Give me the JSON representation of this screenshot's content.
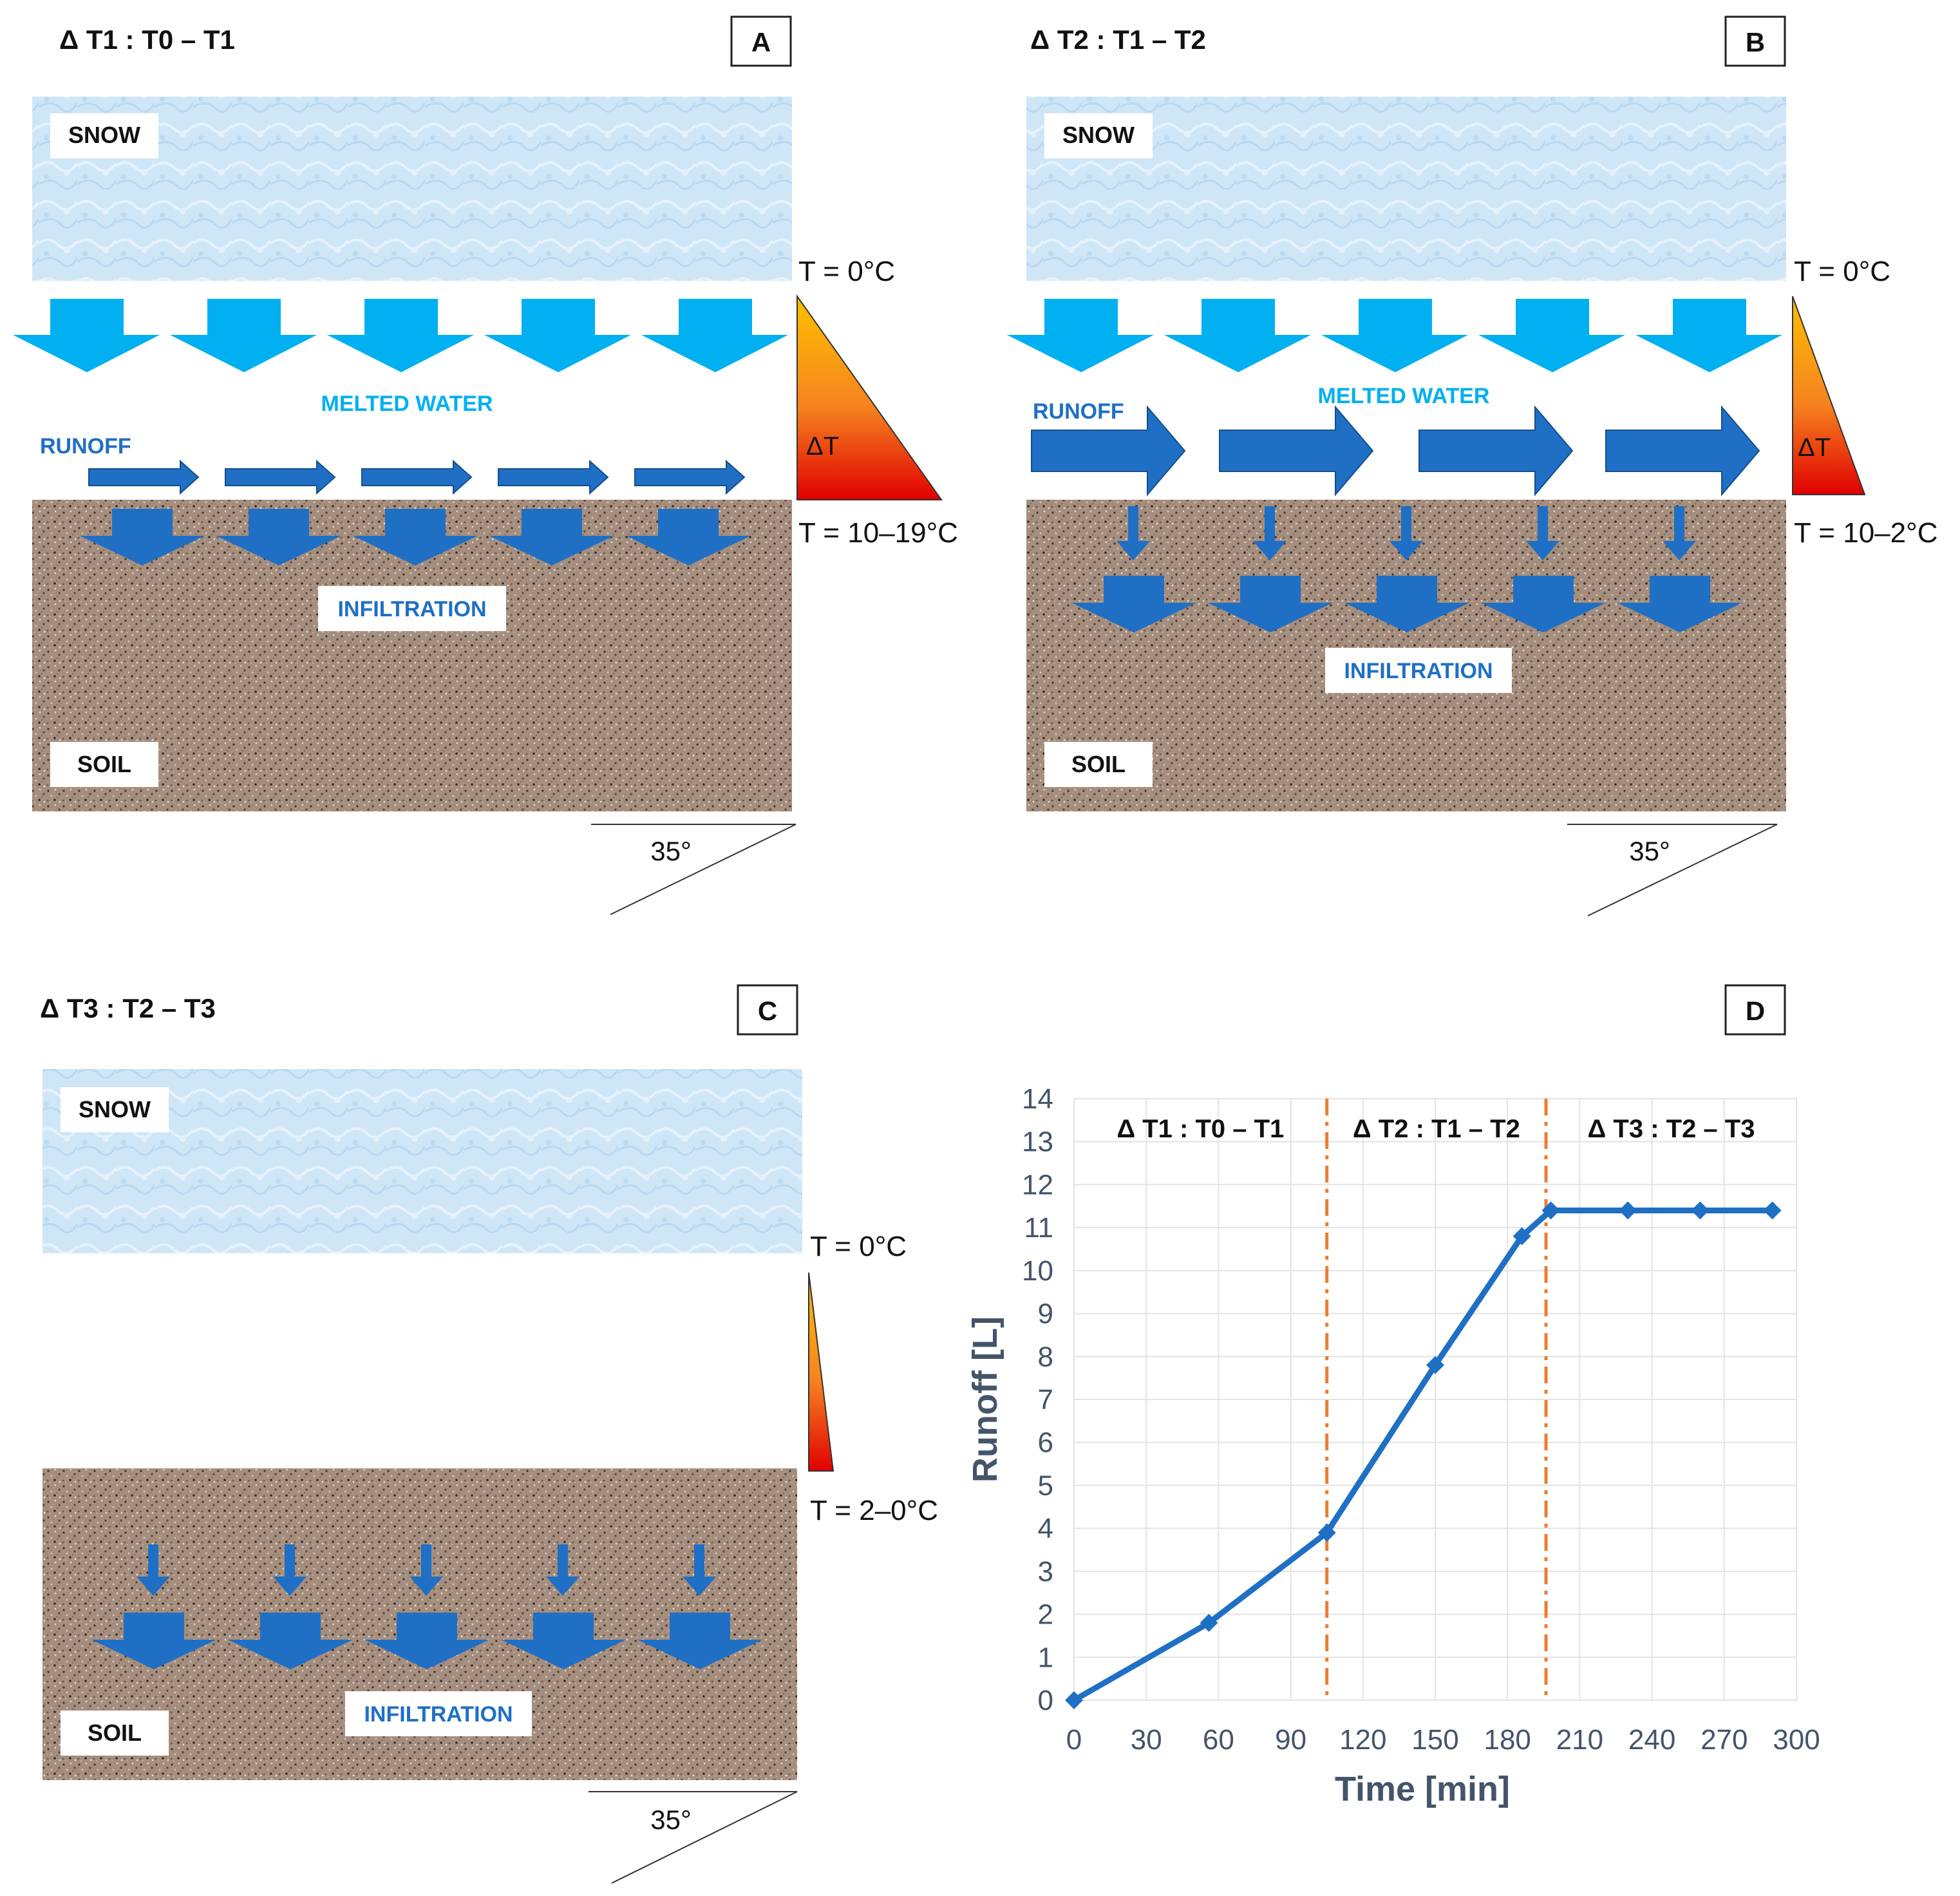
{
  "panels": {
    "A": {
      "letter": "A",
      "title": "Δ T1 : T0 – T1",
      "snow_label": "SNOW",
      "soil_label": "SOIL",
      "melted_label": "MELTED WATER",
      "runoff_label": "RUNOFF",
      "infiltration_label": "INFILTRATION",
      "delta_label": "ΔT",
      "temp_top": "T = 0°C",
      "temp_bottom": "T = 10–19°C",
      "slope_label": "35°"
    },
    "B": {
      "letter": "B",
      "title": "Δ T2 : T1 – T2",
      "snow_label": "SNOW",
      "soil_label": "SOIL",
      "melted_label": "MELTED WATER",
      "runoff_label": "RUNOFF",
      "infiltration_label": "INFILTRATION",
      "delta_label": "ΔT",
      "temp_top": "T = 0°C",
      "temp_bottom": "T = 10–2°C",
      "slope_label": "35°"
    },
    "C": {
      "letter": "C",
      "title": "Δ T3 : T2 – T3",
      "snow_label": "SNOW",
      "soil_label": "SOIL",
      "infiltration_label": "INFILTRATION",
      "temp_top": "T = 0°C",
      "temp_bottom": "T = 2–0°C",
      "slope_label": "35°"
    },
    "D": {
      "letter": "D"
    }
  },
  "colors": {
    "snow": "#cfe6f7",
    "melt_arrow": "#00b0f0",
    "flow_arrow": "#1f6fc5",
    "soil": "#a08a7a",
    "series": "#1f6fc5",
    "divider": "#ed7d31",
    "axis_text": "#44546A"
  },
  "chart_data": {
    "type": "line",
    "xlabel": "Time [min]",
    "ylabel": "Runoff [L]",
    "xlim": [
      0,
      300
    ],
    "ylim": [
      0,
      14
    ],
    "xticks": [
      0,
      30,
      60,
      90,
      120,
      150,
      180,
      210,
      240,
      270,
      300
    ],
    "yticks": [
      0,
      1,
      2,
      3,
      4,
      5,
      6,
      7,
      8,
      9,
      10,
      11,
      12,
      13,
      14
    ],
    "grid": true,
    "series": [
      {
        "x": [
          0,
          56,
          105,
          150,
          186,
          198,
          230,
          260,
          290
        ],
        "y": [
          0,
          1.8,
          3.9,
          7.8,
          10.8,
          11.4,
          11.4,
          11.4,
          11.4
        ]
      }
    ],
    "dividers": [
      105,
      196
    ],
    "phase_labels": [
      "Δ T1 : T0 – T1",
      "Δ T2 : T1 – T2",
      "Δ T3 : T2 – T3"
    ]
  }
}
